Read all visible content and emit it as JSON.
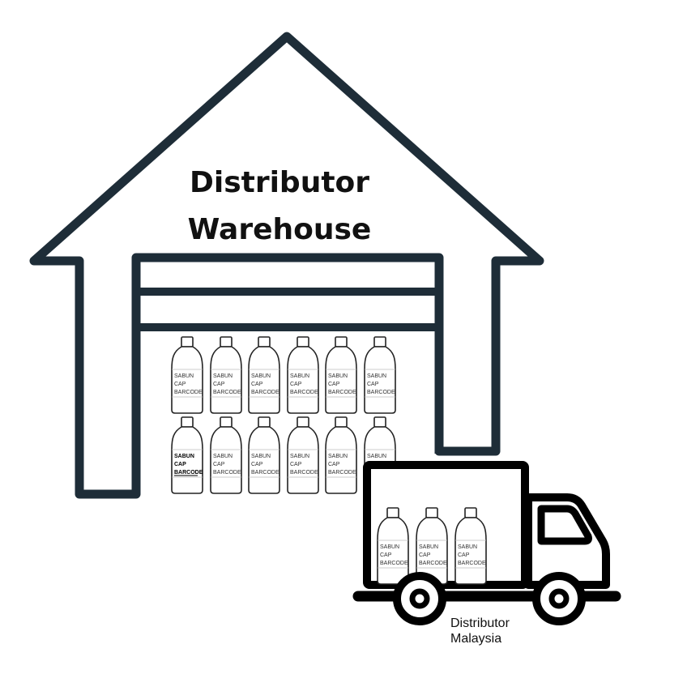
{
  "warehouse": {
    "title_line1": "Distributor",
    "title_line2": "Warehouse"
  },
  "truck": {
    "caption_line1": "Distributor",
    "caption_line2": "Malaysia"
  },
  "bottle_label": [
    "SABUN",
    "CAP",
    "BARCODE"
  ],
  "colors": {
    "outline": "#1e2d38",
    "bottle_stroke": "#222222",
    "text": "#111111"
  },
  "icons": [
    "warehouse-icon",
    "bottle-icon",
    "truck-icon"
  ]
}
